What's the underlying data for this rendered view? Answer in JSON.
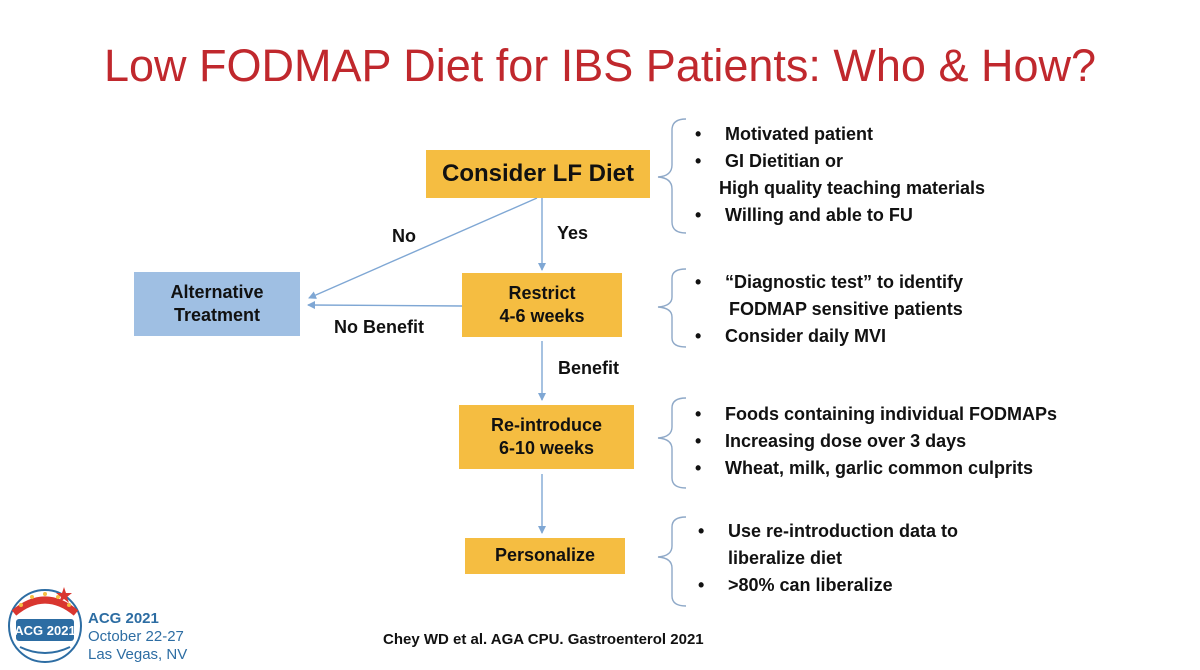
{
  "title": "Low FODMAP Diet for IBS Patients: Who & How?",
  "nodes": {
    "consider": "Consider LF Diet",
    "restrict": "Restrict\n4-6 weeks",
    "reintroduce": "Re-introduce\n6-10 weeks",
    "personalize": "Personalize",
    "alternative": "Alternative\nTreatment"
  },
  "edges": {
    "no": "No",
    "yes": "Yes",
    "no_benefit": "No Benefit",
    "benefit": "Benefit"
  },
  "notes": {
    "consider": [
      {
        "bullet": "•",
        "text": "Motivated patient"
      },
      {
        "bullet": "•",
        "text": "GI Dietitian or"
      },
      {
        "bullet": "",
        "text": "High quality teaching materials"
      },
      {
        "bullet": "•",
        "text": "Willing and able to FU"
      }
    ],
    "restrict": [
      {
        "bullet": "•",
        "text": "“Diagnostic test” to identify"
      },
      {
        "bullet": "",
        "text": "FODMAP sensitive patients"
      },
      {
        "bullet": "•",
        "text": "Consider daily MVI"
      }
    ],
    "reintroduce": [
      {
        "bullet": "•",
        "text": "Foods containing individual FODMAPs"
      },
      {
        "bullet": "•",
        "text": "Increasing dose over 3 days"
      },
      {
        "bullet": "•",
        "text": "Wheat, milk, garlic common culprits"
      }
    ],
    "personalize": [
      {
        "bullet": "•",
        "text": "Use re-introduction data to"
      },
      {
        "bullet": "",
        "text": "liberalize diet"
      },
      {
        "bullet": "•",
        "text": ">80% can liberalize"
      }
    ]
  },
  "citation": "Chey WD et al. AGA CPU. Gastroenterol 2021",
  "conference": {
    "name": "ACG 2021",
    "dates": "October 22-27",
    "location": "Las Vegas, NV",
    "logo_text": "ACG 2021"
  },
  "colors": {
    "title": "#c0282d",
    "node_gold": "#f5bd41",
    "node_blue": "#9fbfe3",
    "arrow": "#7fa7d4",
    "brace": "#8fa9c8",
    "conference_text": "#2d6da3"
  }
}
